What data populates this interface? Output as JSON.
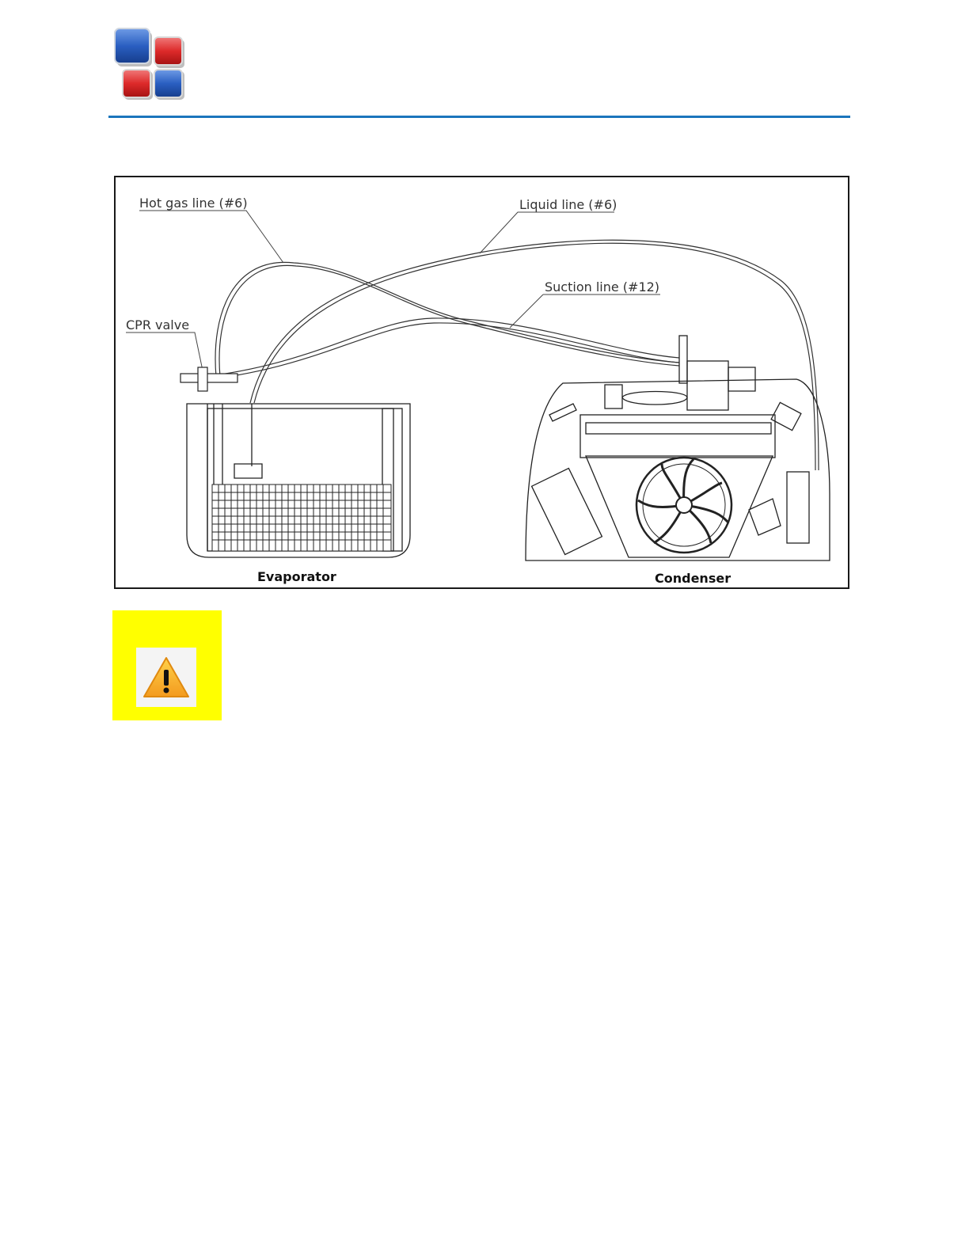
{
  "colors": {
    "rule": "#1b75bc",
    "logo_blue": "#1f55b3",
    "logo_red": "#d8202a",
    "warning_bg": "#ffff00",
    "warning_triangle": "#f5a623"
  },
  "figure": {
    "labels": {
      "hot_gas_line": "Hot gas line (#6)",
      "liquid_line": "Liquid line (#6)",
      "suction_line": "Suction line (#12)",
      "cpr_valve": "CPR valve"
    },
    "captions": {
      "evaporator": "Evaporator",
      "condenser": "Condenser"
    }
  },
  "warning": {
    "icon": "warning-icon"
  }
}
